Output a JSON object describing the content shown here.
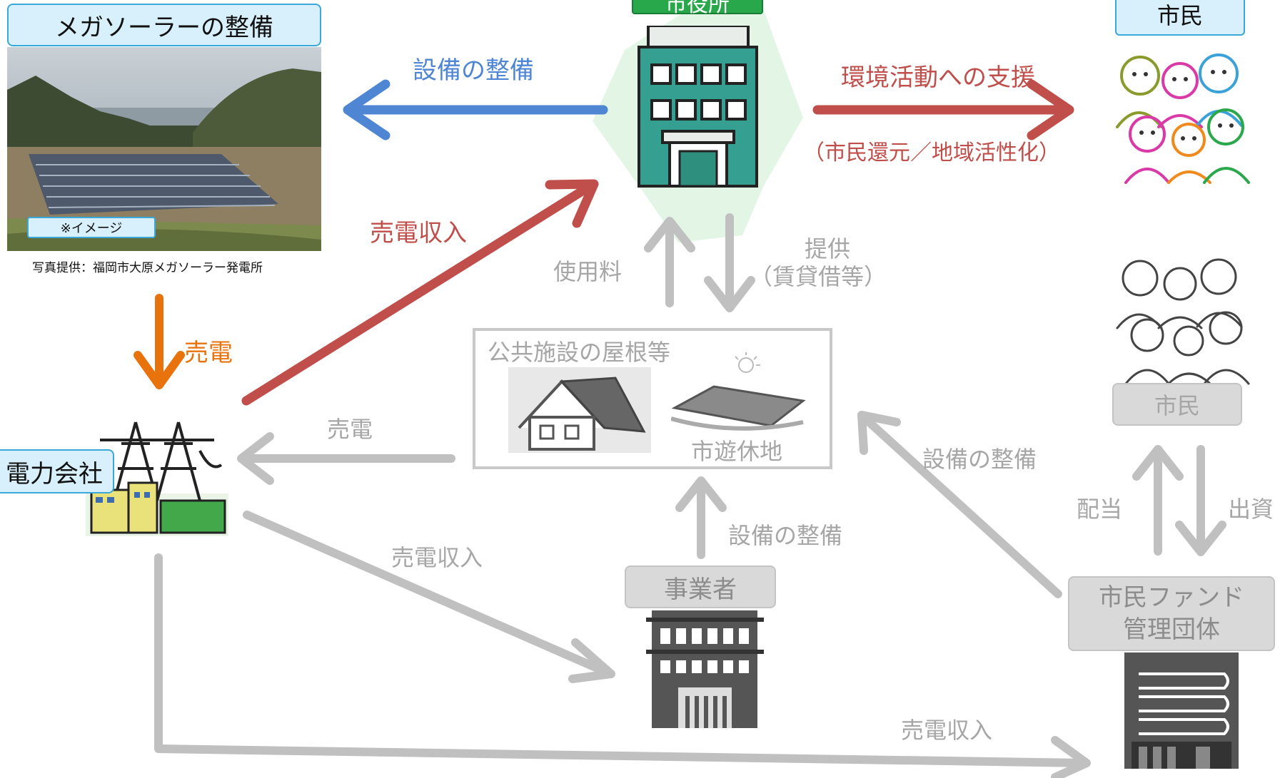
{
  "left_panel": {
    "title": "メガソーラーの整備",
    "image_caption": "※イメージ",
    "photo_credit": "写真提供：福岡市大原メガソーラー発電所"
  },
  "city_hall": {
    "label": "市役所"
  },
  "citizens_top": {
    "label": "市民"
  },
  "citizens_bottom": {
    "label": "市民"
  },
  "power_company": {
    "label": "電力会社"
  },
  "facility_box": {
    "title": "公共施設の屋根等",
    "land_label": "市遊休地"
  },
  "business": {
    "label": "事業者"
  },
  "fund": {
    "label_line1": "市民ファンド",
    "label_line2": "管理団体"
  },
  "arrows": {
    "equipment_blue": "設備の整備",
    "env_support": "環境活動への支援",
    "env_support_sub": "（市民還元／地域活性化）",
    "sell_power_orange": "売電",
    "revenue_red": "売電収入",
    "usage_fee": "使用料",
    "provide_line1": "提供",
    "provide_line2": "（賃貸借等）",
    "sell_power_grey": "売電",
    "revenue_business": "売電収入",
    "equipment_business": "設備の整備",
    "equipment_fund": "設備の整備",
    "dividend": "配当",
    "investment": "出資",
    "revenue_fund": "売電収入"
  },
  "colors": {
    "blue_arrow": "#4f86d4",
    "red_arrow": "#c04e4a",
    "orange_arrow": "#e8720c",
    "grey_arrow": "#c0c0c0",
    "grey_text": "#a6a6a6"
  }
}
